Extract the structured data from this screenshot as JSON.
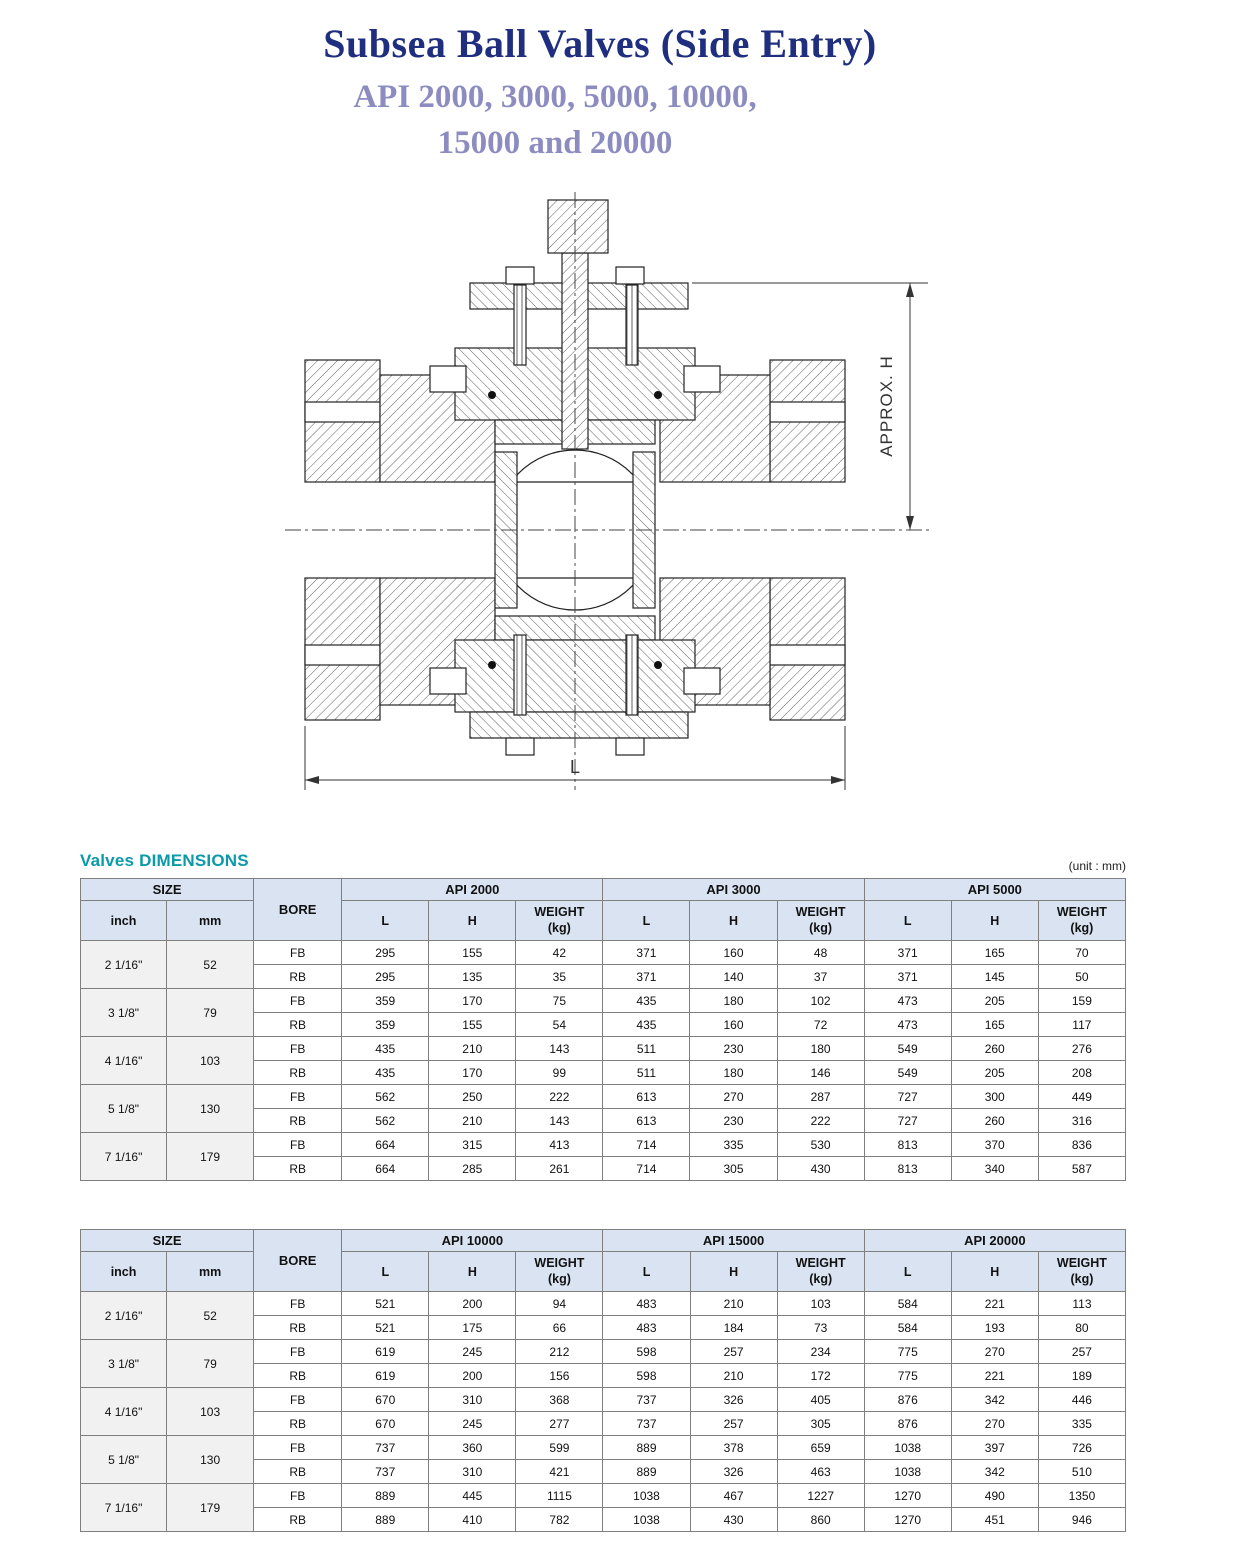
{
  "page": {
    "title": "Subsea Ball Valves (Side Entry)",
    "subtitle_line1": "API 2000, 3000, 5000, 10000,",
    "subtitle_line2": "15000 and 20000"
  },
  "drawing": {
    "dim_height_label": "APPROX.  H",
    "dim_length_label": "L"
  },
  "dimensions_section": {
    "heading_word1": "Valves",
    "heading_word2": "DIMENSIONS",
    "unit_note": "(unit : mm)"
  },
  "colors": {
    "title": "#1f2e7e",
    "subtitle": "#8c8cc0",
    "section_heading": "#0a9aa8",
    "table_header_bg": "#d9e3f2"
  },
  "tables": [
    {
      "headers": {
        "size": "SIZE",
        "inch": "inch",
        "mm": "mm",
        "bore": "BORE",
        "l": "L",
        "h": "H",
        "weight": "WEIGHT",
        "weight_unit": "(kg)",
        "api_groups": [
          "API 2000",
          "API 3000",
          "API 5000"
        ]
      },
      "rows": [
        {
          "inch": "2 1/16\"",
          "mm": "52",
          "bores": [
            {
              "label": "FB",
              "values": [
                "295",
                "155",
                "42",
                "371",
                "160",
                "48",
                "371",
                "165",
                "70"
              ]
            },
            {
              "label": "RB",
              "values": [
                "295",
                "135",
                "35",
                "371",
                "140",
                "37",
                "371",
                "145",
                "50"
              ]
            }
          ]
        },
        {
          "inch": "3 1/8\"",
          "mm": "79",
          "bores": [
            {
              "label": "FB",
              "values": [
                "359",
                "170",
                "75",
                "435",
                "180",
                "102",
                "473",
                "205",
                "159"
              ]
            },
            {
              "label": "RB",
              "values": [
                "359",
                "155",
                "54",
                "435",
                "160",
                "72",
                "473",
                "165",
                "117"
              ]
            }
          ]
        },
        {
          "inch": "4 1/16\"",
          "mm": "103",
          "bores": [
            {
              "label": "FB",
              "values": [
                "435",
                "210",
                "143",
                "511",
                "230",
                "180",
                "549",
                "260",
                "276"
              ]
            },
            {
              "label": "RB",
              "values": [
                "435",
                "170",
                "99",
                "511",
                "180",
                "146",
                "549",
                "205",
                "208"
              ]
            }
          ]
        },
        {
          "inch": "5 1/8\"",
          "mm": "130",
          "bores": [
            {
              "label": "FB",
              "values": [
                "562",
                "250",
                "222",
                "613",
                "270",
                "287",
                "727",
                "300",
                "449"
              ]
            },
            {
              "label": "RB",
              "values": [
                "562",
                "210",
                "143",
                "613",
                "230",
                "222",
                "727",
                "260",
                "316"
              ]
            }
          ]
        },
        {
          "inch": "7 1/16\"",
          "mm": "179",
          "bores": [
            {
              "label": "FB",
              "values": [
                "664",
                "315",
                "413",
                "714",
                "335",
                "530",
                "813",
                "370",
                "836"
              ]
            },
            {
              "label": "RB",
              "values": [
                "664",
                "285",
                "261",
                "714",
                "305",
                "430",
                "813",
                "340",
                "587"
              ]
            }
          ]
        }
      ]
    },
    {
      "headers": {
        "size": "SIZE",
        "inch": "inch",
        "mm": "mm",
        "bore": "BORE",
        "l": "L",
        "h": "H",
        "weight": "WEIGHT",
        "weight_unit": "(kg)",
        "api_groups": [
          "API 10000",
          "API 15000",
          "API 20000"
        ]
      },
      "rows": [
        {
          "inch": "2 1/16\"",
          "mm": "52",
          "bores": [
            {
              "label": "FB",
              "values": [
                "521",
                "200",
                "94",
                "483",
                "210",
                "103",
                "584",
                "221",
                "113"
              ]
            },
            {
              "label": "RB",
              "values": [
                "521",
                "175",
                "66",
                "483",
                "184",
                "73",
                "584",
                "193",
                "80"
              ]
            }
          ]
        },
        {
          "inch": "3 1/8\"",
          "mm": "79",
          "bores": [
            {
              "label": "FB",
              "values": [
                "619",
                "245",
                "212",
                "598",
                "257",
                "234",
                "775",
                "270",
                "257"
              ]
            },
            {
              "label": "RB",
              "values": [
                "619",
                "200",
                "156",
                "598",
                "210",
                "172",
                "775",
                "221",
                "189"
              ]
            }
          ]
        },
        {
          "inch": "4 1/16\"",
          "mm": "103",
          "bores": [
            {
              "label": "FB",
              "values": [
                "670",
                "310",
                "368",
                "737",
                "326",
                "405",
                "876",
                "342",
                "446"
              ]
            },
            {
              "label": "RB",
              "values": [
                "670",
                "245",
                "277",
                "737",
                "257",
                "305",
                "876",
                "270",
                "335"
              ]
            }
          ]
        },
        {
          "inch": "5 1/8\"",
          "mm": "130",
          "bores": [
            {
              "label": "FB",
              "values": [
                "737",
                "360",
                "599",
                "889",
                "378",
                "659",
                "1038",
                "397",
                "726"
              ]
            },
            {
              "label": "RB",
              "values": [
                "737",
                "310",
                "421",
                "889",
                "326",
                "463",
                "1038",
                "342",
                "510"
              ]
            }
          ]
        },
        {
          "inch": "7 1/16\"",
          "mm": "179",
          "bores": [
            {
              "label": "FB",
              "values": [
                "889",
                "445",
                "1115",
                "1038",
                "467",
                "1227",
                "1270",
                "490",
                "1350"
              ]
            },
            {
              "label": "RB",
              "values": [
                "889",
                "410",
                "782",
                "1038",
                "430",
                "860",
                "1270",
                "451",
                "946"
              ]
            }
          ]
        }
      ]
    }
  ]
}
